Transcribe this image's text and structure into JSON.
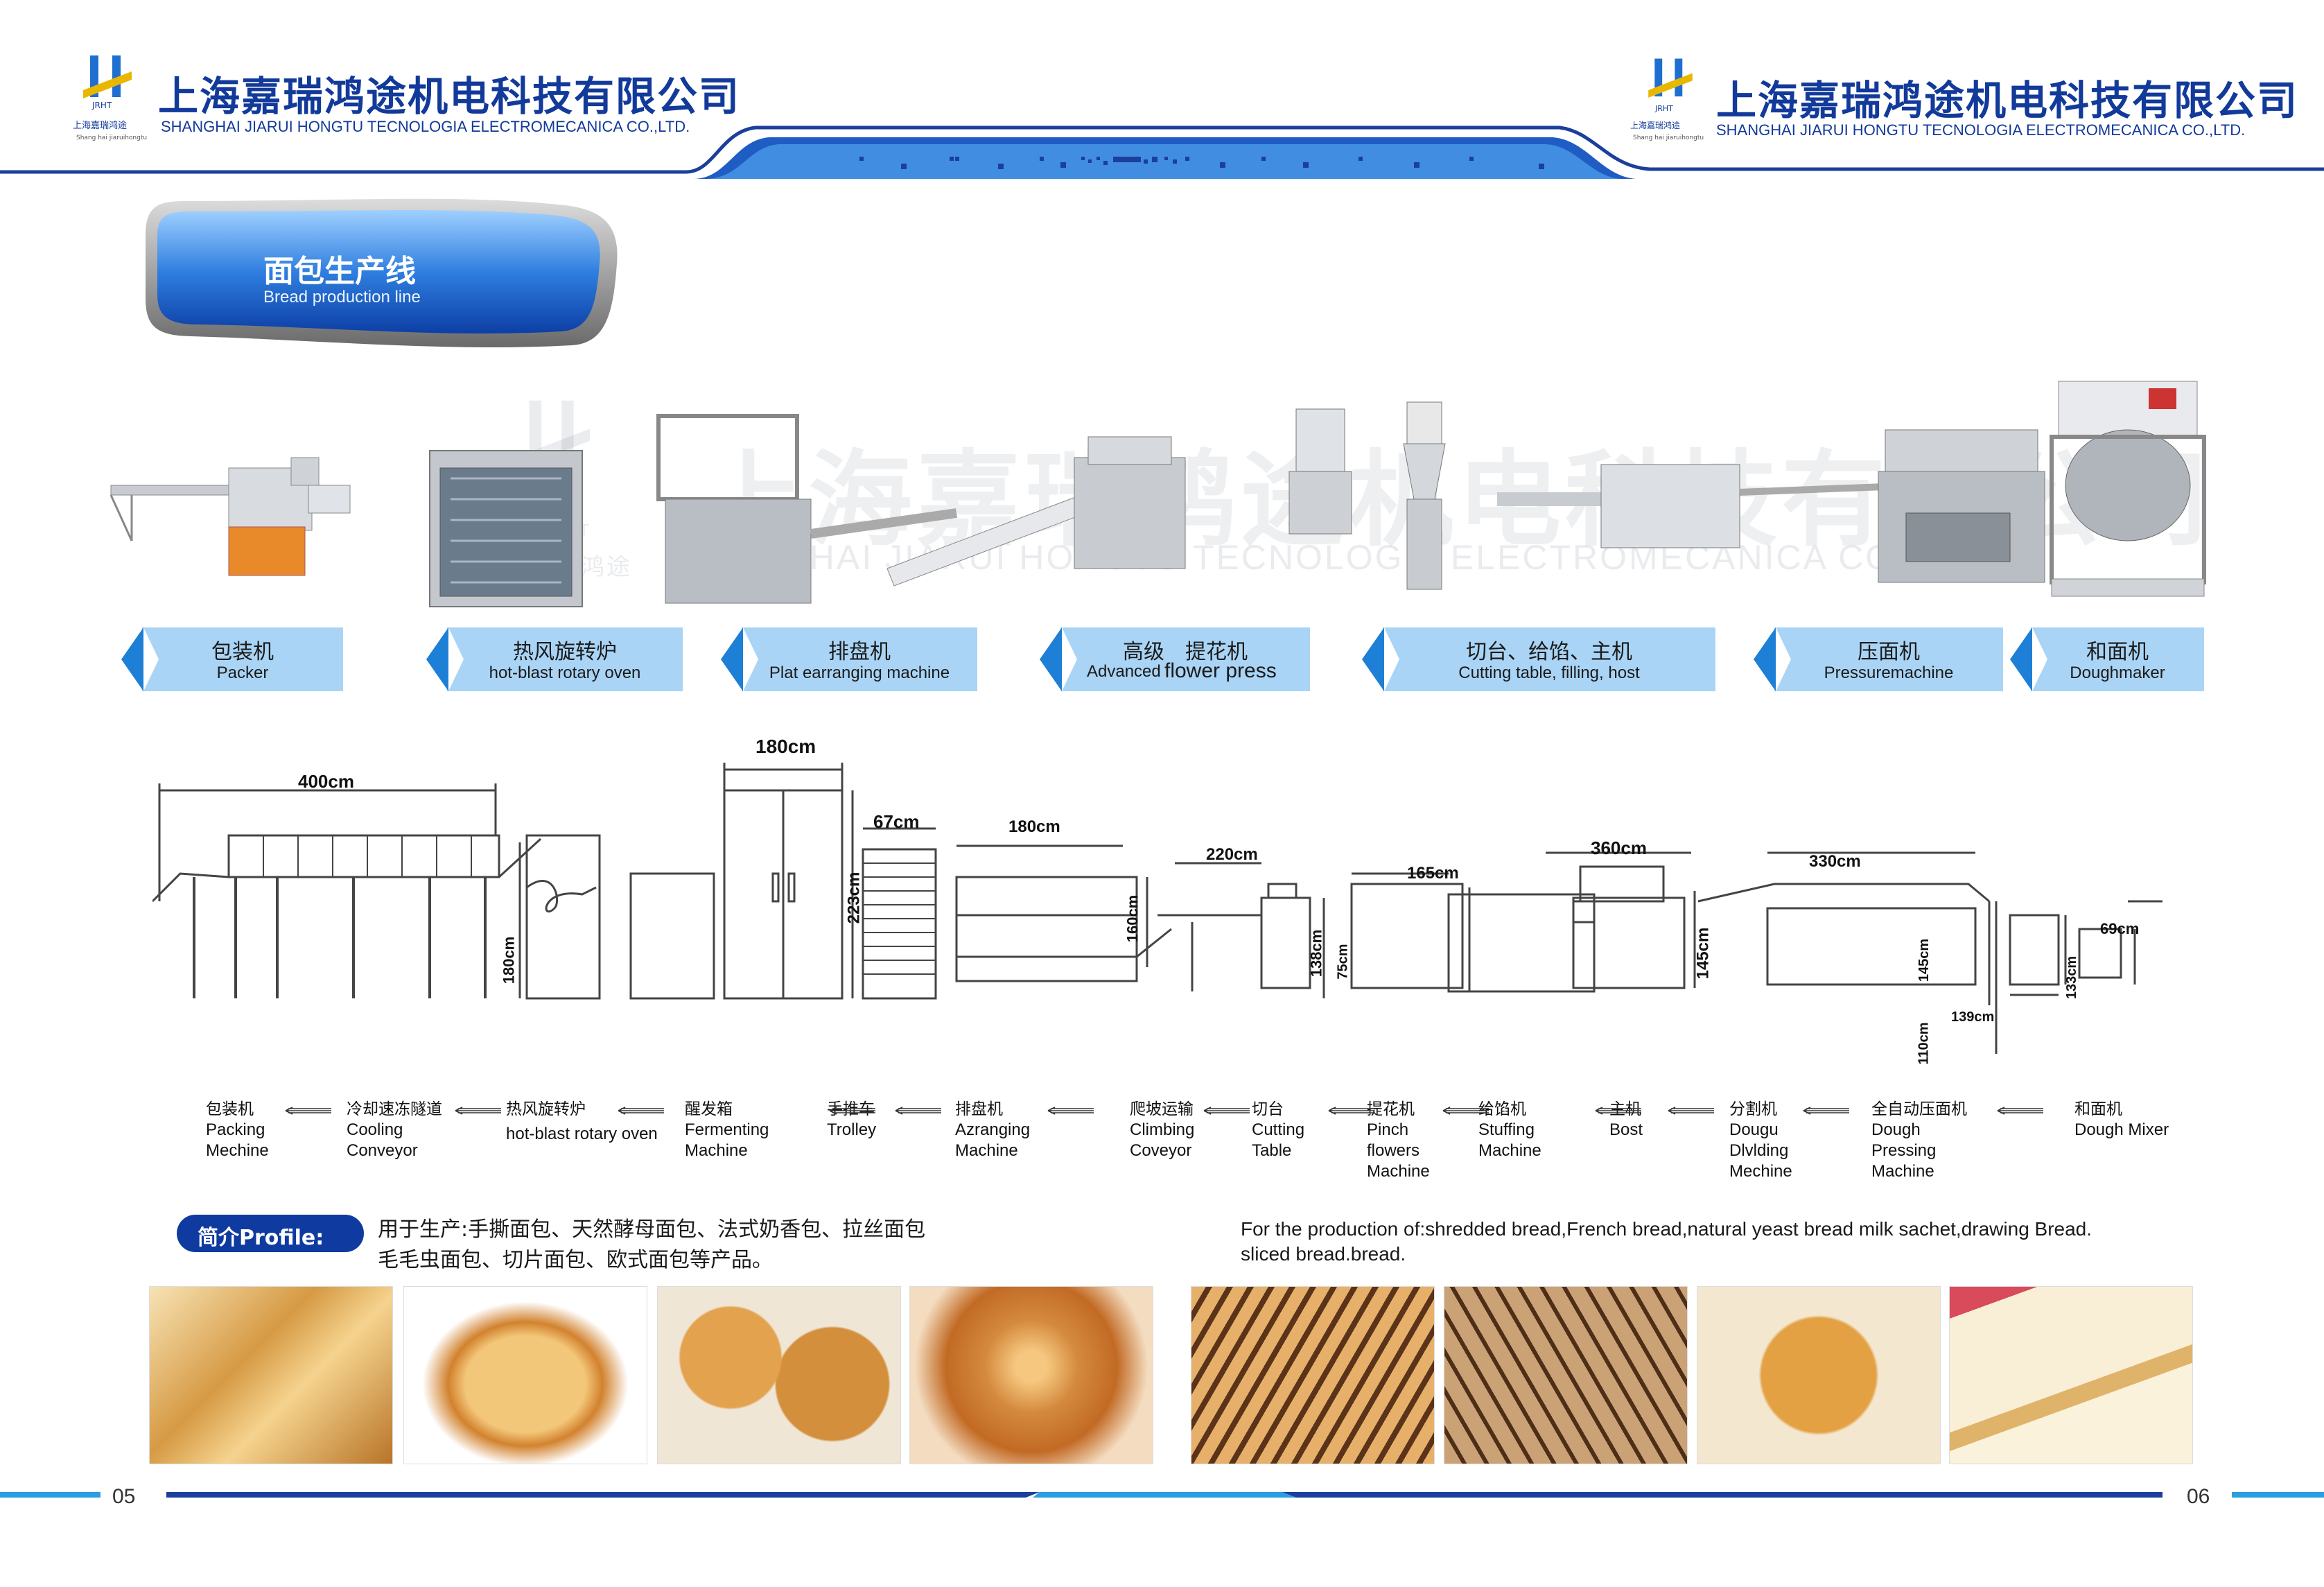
{
  "header": {
    "company_cn": "上海嘉瑞鸿途机电科技有限公司",
    "company_en": "SHANGHAI JIARUI HONGTU TECNOLOGIA ELECTROMECANICA CO.,LTD.",
    "logo_abbr": "JRHT",
    "logo_cn": "上海嘉瑞鸿途",
    "logo_pinyin": "Shang hai jiaruihongtu"
  },
  "section": {
    "title_cn": "面包生产线",
    "title_en": "Bread production line"
  },
  "watermark": {
    "cn": "上海嘉瑞鸿途机电科技有限公司",
    "en": "SHANGHAI JIARUI HONGTU TECNOLOGIA ELECTROMECANICA CO.,LTD.",
    "abbr": "JRHT",
    "logo_cn": "上海嘉瑞鸿途"
  },
  "machines": [
    {
      "cn": "包装机",
      "en": "Packer"
    },
    {
      "cn": "热风旋转炉",
      "en": "hot-blast rotary oven"
    },
    {
      "cn": "排盘机",
      "en": "Plat earranging machine"
    },
    {
      "cn": "高级　提花机",
      "en_small": "Advanced",
      "en": "flower press"
    },
    {
      "cn": "切台、给馅、主机",
      "en": "Cutting table, filling, host"
    },
    {
      "cn": "压面机",
      "en": "Pressuremachine"
    },
    {
      "cn": "和面机",
      "en": "Doughmaker"
    }
  ],
  "dimensions": {
    "d400": "400cm",
    "d180a": "180cm",
    "d67": "67cm",
    "d180b": "180cm",
    "d220": "220cm",
    "d165": "165cm",
    "d360": "360cm",
    "d330": "330cm",
    "d69": "69cm",
    "h180": "180cm",
    "h223": "223cm",
    "h160": "160cm",
    "h138": "138cm",
    "h75": "75cm",
    "h145a": "145cm",
    "h145b": "145cm",
    "h133": "133cm",
    "h110": "110cm",
    "w139": "139cm"
  },
  "process": [
    {
      "cn": "包装机",
      "en": [
        "Packing",
        "Mechine"
      ]
    },
    {
      "cn": "冷却速冻隧道",
      "en": [
        "Cooling",
        "Conveyor"
      ]
    },
    {
      "cn": "热风旋转炉",
      "en": [
        "hot-blast rotary oven"
      ]
    },
    {
      "cn": "醒发箱",
      "en": [
        "Fermenting",
        "Machine"
      ]
    },
    {
      "cn": "手推车",
      "en": [
        "Trolley"
      ]
    },
    {
      "cn": "排盘机",
      "en": [
        "Azranging",
        "Machine"
      ]
    },
    {
      "cn": "爬坡运输",
      "en": [
        "Climbing",
        "Coveyor"
      ]
    },
    {
      "cn": "切台",
      "en": [
        "Cutting",
        "Table"
      ]
    },
    {
      "cn": "提花机",
      "en": [
        "Pinch",
        "flowers",
        "Machine"
      ]
    },
    {
      "cn": "给馅机",
      "en": [
        "Stuffing",
        "Machine"
      ]
    },
    {
      "cn": "主机",
      "en": [
        "Bost"
      ]
    },
    {
      "cn": "分割机",
      "en": [
        "Dougu",
        "Dlvlding",
        "Mechine"
      ]
    },
    {
      "cn": "全自动压面机",
      "en": [
        "Dough",
        "Pressing",
        "Machine"
      ]
    },
    {
      "cn": "和面机",
      "en": [
        "Dough Mixer"
      ]
    }
  ],
  "profile": {
    "pill": "简介Profile:",
    "cn_line1": "用于生产:手撕面包、天然酵母面包、法式奶香包、拉丝面包",
    "cn_line2": "毛毛虫面包、切片面包、欧式面包等产品。",
    "en_line1": "For the production of:shredded bread,French bread,natural yeast bread milk sachet,drawing Bread.",
    "en_line2": "sliced bread.bread."
  },
  "pages": {
    "left": "05",
    "right": "06"
  },
  "colors": {
    "brand_blue": "#123a9a",
    "tag_bg": "#a9d4f5",
    "chevron": "#1e7fd6",
    "pill": "#0f3aa0"
  }
}
